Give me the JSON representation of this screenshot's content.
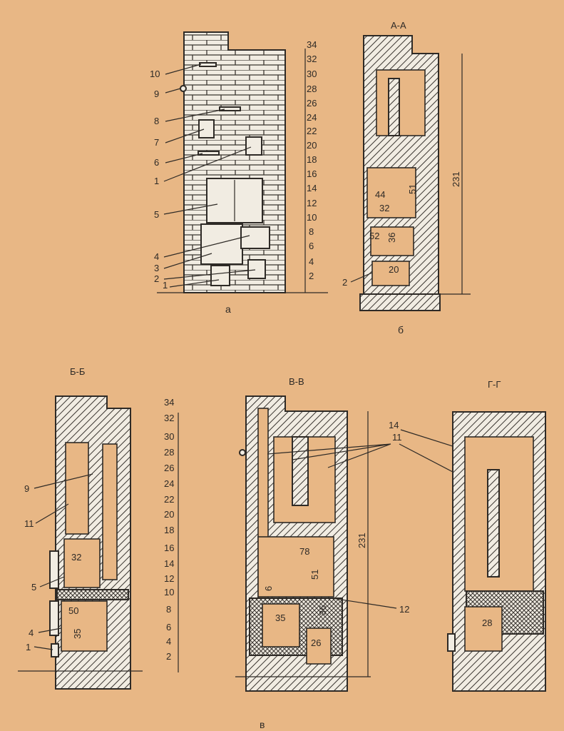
{
  "figure_a": {
    "caption": "а",
    "callouts": [
      "10",
      "9",
      "8",
      "7",
      "6",
      "1",
      "5",
      "4",
      "3",
      "2",
      "1"
    ],
    "scale": [
      "34",
      "32",
      "30",
      "28",
      "26",
      "24",
      "22",
      "20",
      "18",
      "16",
      "14",
      "12",
      "10",
      "8",
      "6",
      "4",
      "2"
    ]
  },
  "figure_b": {
    "section": "А-А",
    "caption": "б",
    "dims": {
      "height": "231",
      "d51": "51",
      "d44": "44",
      "d32": "32",
      "d52": "52",
      "d36": "36",
      "d20": "20"
    },
    "callouts": [
      "2"
    ]
  },
  "figure_v": {
    "caption": "в",
    "section_bb": {
      "title": "Б-Б",
      "callouts": [
        "9",
        "11",
        "5",
        "4",
        "1"
      ],
      "dims": {
        "d32": "32",
        "d50": "50",
        "d35": "35"
      }
    },
    "scale": [
      "34",
      "32",
      "30",
      "28",
      "26",
      "24",
      "22",
      "20",
      "18",
      "16",
      "14",
      "12",
      "10",
      "8",
      "6",
      "4",
      "2"
    ],
    "section_vv": {
      "title": "В-В",
      "dims": {
        "d78": "78",
        "d51": "51",
        "d6": "6",
        "d35": "35",
        "d36": "36",
        "d26": "26",
        "height": "231"
      },
      "callouts": {
        "c14": "14",
        "c11": "11",
        "c12": "12"
      }
    },
    "section_gg": {
      "title": "Г-Г",
      "dims": {
        "d28": "28"
      }
    }
  }
}
